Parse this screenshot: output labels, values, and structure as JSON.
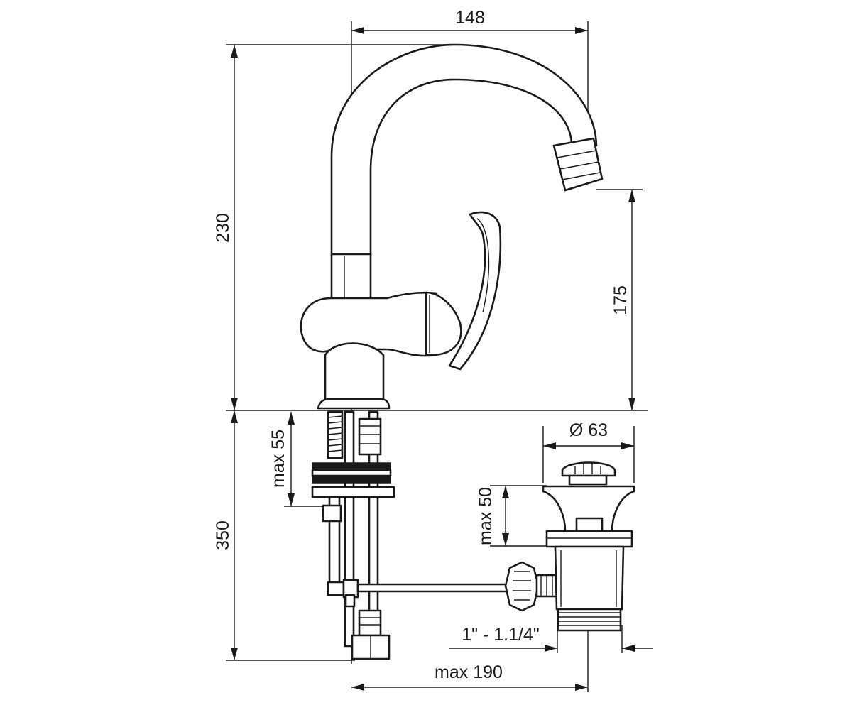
{
  "diagram": {
    "dimensions": {
      "spout_reach": "148",
      "total_height": "230",
      "outlet_height": "175",
      "below_counter": "350",
      "max_counter_thickness": "max 55",
      "waste_diameter": "Ø 63",
      "max_basin_thickness": "max 50",
      "waste_thread": "1\" - 1.1/4\"",
      "max_rod_length": "max 190"
    }
  }
}
